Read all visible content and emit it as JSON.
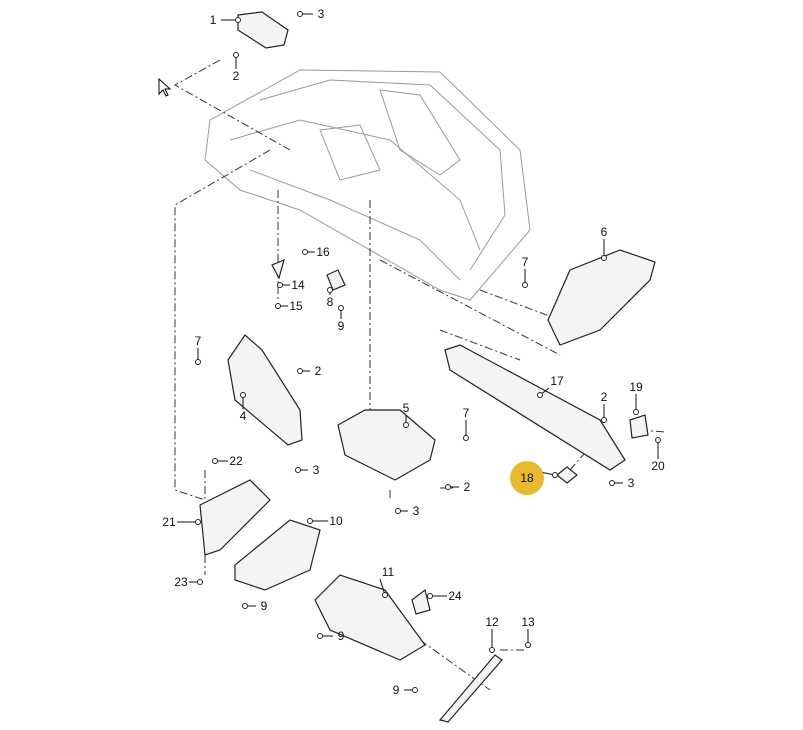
{
  "diagram": {
    "title": "Underbody paneling parts diagram",
    "highlight_color": "#E8B930",
    "callouts": [
      "1",
      "3",
      "2",
      "6",
      "7",
      "16",
      "14",
      "15",
      "8",
      "9",
      "7",
      "2",
      "4",
      "5",
      "7",
      "17",
      "19",
      "2",
      "20",
      "3",
      "22",
      "18",
      "3",
      "2",
      "3",
      "21",
      "10",
      "11",
      "23",
      "9",
      "24",
      "12",
      "13",
      "9",
      "9"
    ],
    "highlighted_callout": "18"
  }
}
